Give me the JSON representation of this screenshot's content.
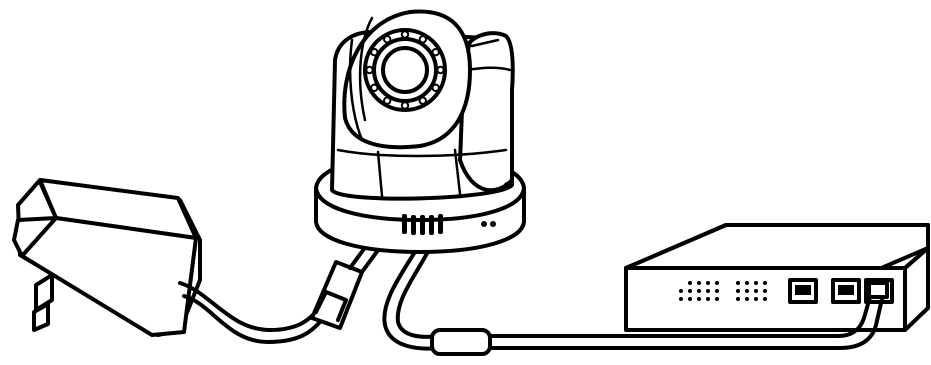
{
  "diagram": {
    "devices": {
      "camera": {
        "icon": "pan-tilt-ip-camera-icon"
      },
      "power_adapter": {
        "icon": "power-adapter-icon"
      },
      "network_switch": {
        "icon": "network-switch-icon",
        "port_count": 3
      }
    },
    "connections": [
      {
        "from": "power_adapter",
        "to": "camera",
        "icon": "power-cable-icon"
      },
      {
        "from": "camera",
        "to": "network_switch",
        "icon": "ethernet-cable-icon"
      }
    ],
    "colors": {
      "line": "#000000",
      "background": "#ffffff"
    }
  }
}
